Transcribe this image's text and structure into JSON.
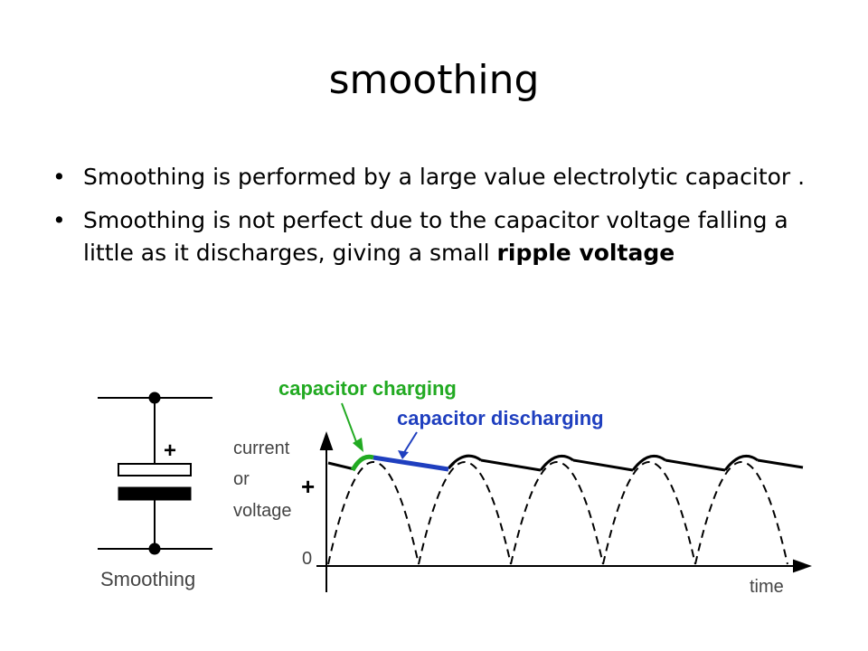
{
  "slide": {
    "title": "smoothing",
    "bullets": [
      {
        "text": "Smoothing is performed by a large value electrolytic capacitor ."
      },
      {
        "text_before": "Smoothing is not perfect due to the capacitor voltage falling a little as it discharges, giving a small ",
        "bold": "ripple voltage"
      }
    ]
  },
  "diagram": {
    "capacitor_label": "Smoothing",
    "capacitor_plus": "+",
    "annotation_charging": "capacitor charging",
    "annotation_discharging": "capacitor discharging",
    "ylabel": "current or voltage",
    "ylabel_lines": [
      "current",
      "or",
      "voltage"
    ],
    "axis_plus": "+",
    "axis_zero": "0",
    "xlabel": "time",
    "colors": {
      "charging": "#22aa22",
      "discharging": "#1f3fbf",
      "line": "#000000"
    }
  }
}
